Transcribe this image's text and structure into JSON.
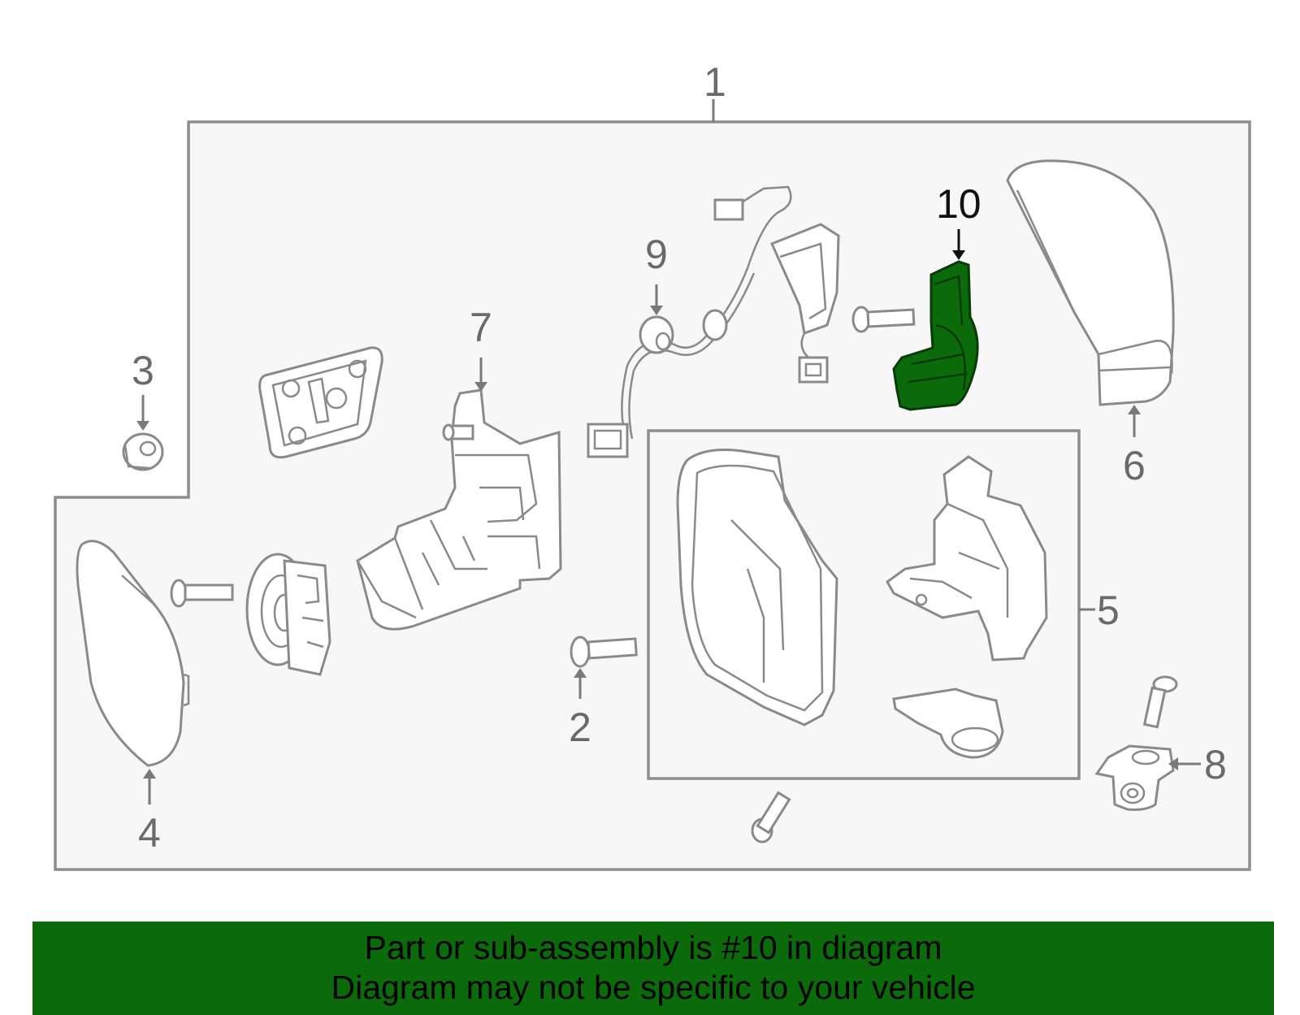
{
  "diagram": {
    "highlight_color": "#0b6b0b",
    "callouts": {
      "c1": "1",
      "c2": "2",
      "c3": "3",
      "c4": "4",
      "c5": "5",
      "c6": "6",
      "c7": "7",
      "c8": "8",
      "c9": "9",
      "c10": "10"
    },
    "highlighted_part": "10"
  },
  "banner": {
    "line1": "Part or sub-assembly is #10 in diagram",
    "line2": "Diagram may not be specific to your vehicle",
    "background": "#0b6b0b"
  }
}
